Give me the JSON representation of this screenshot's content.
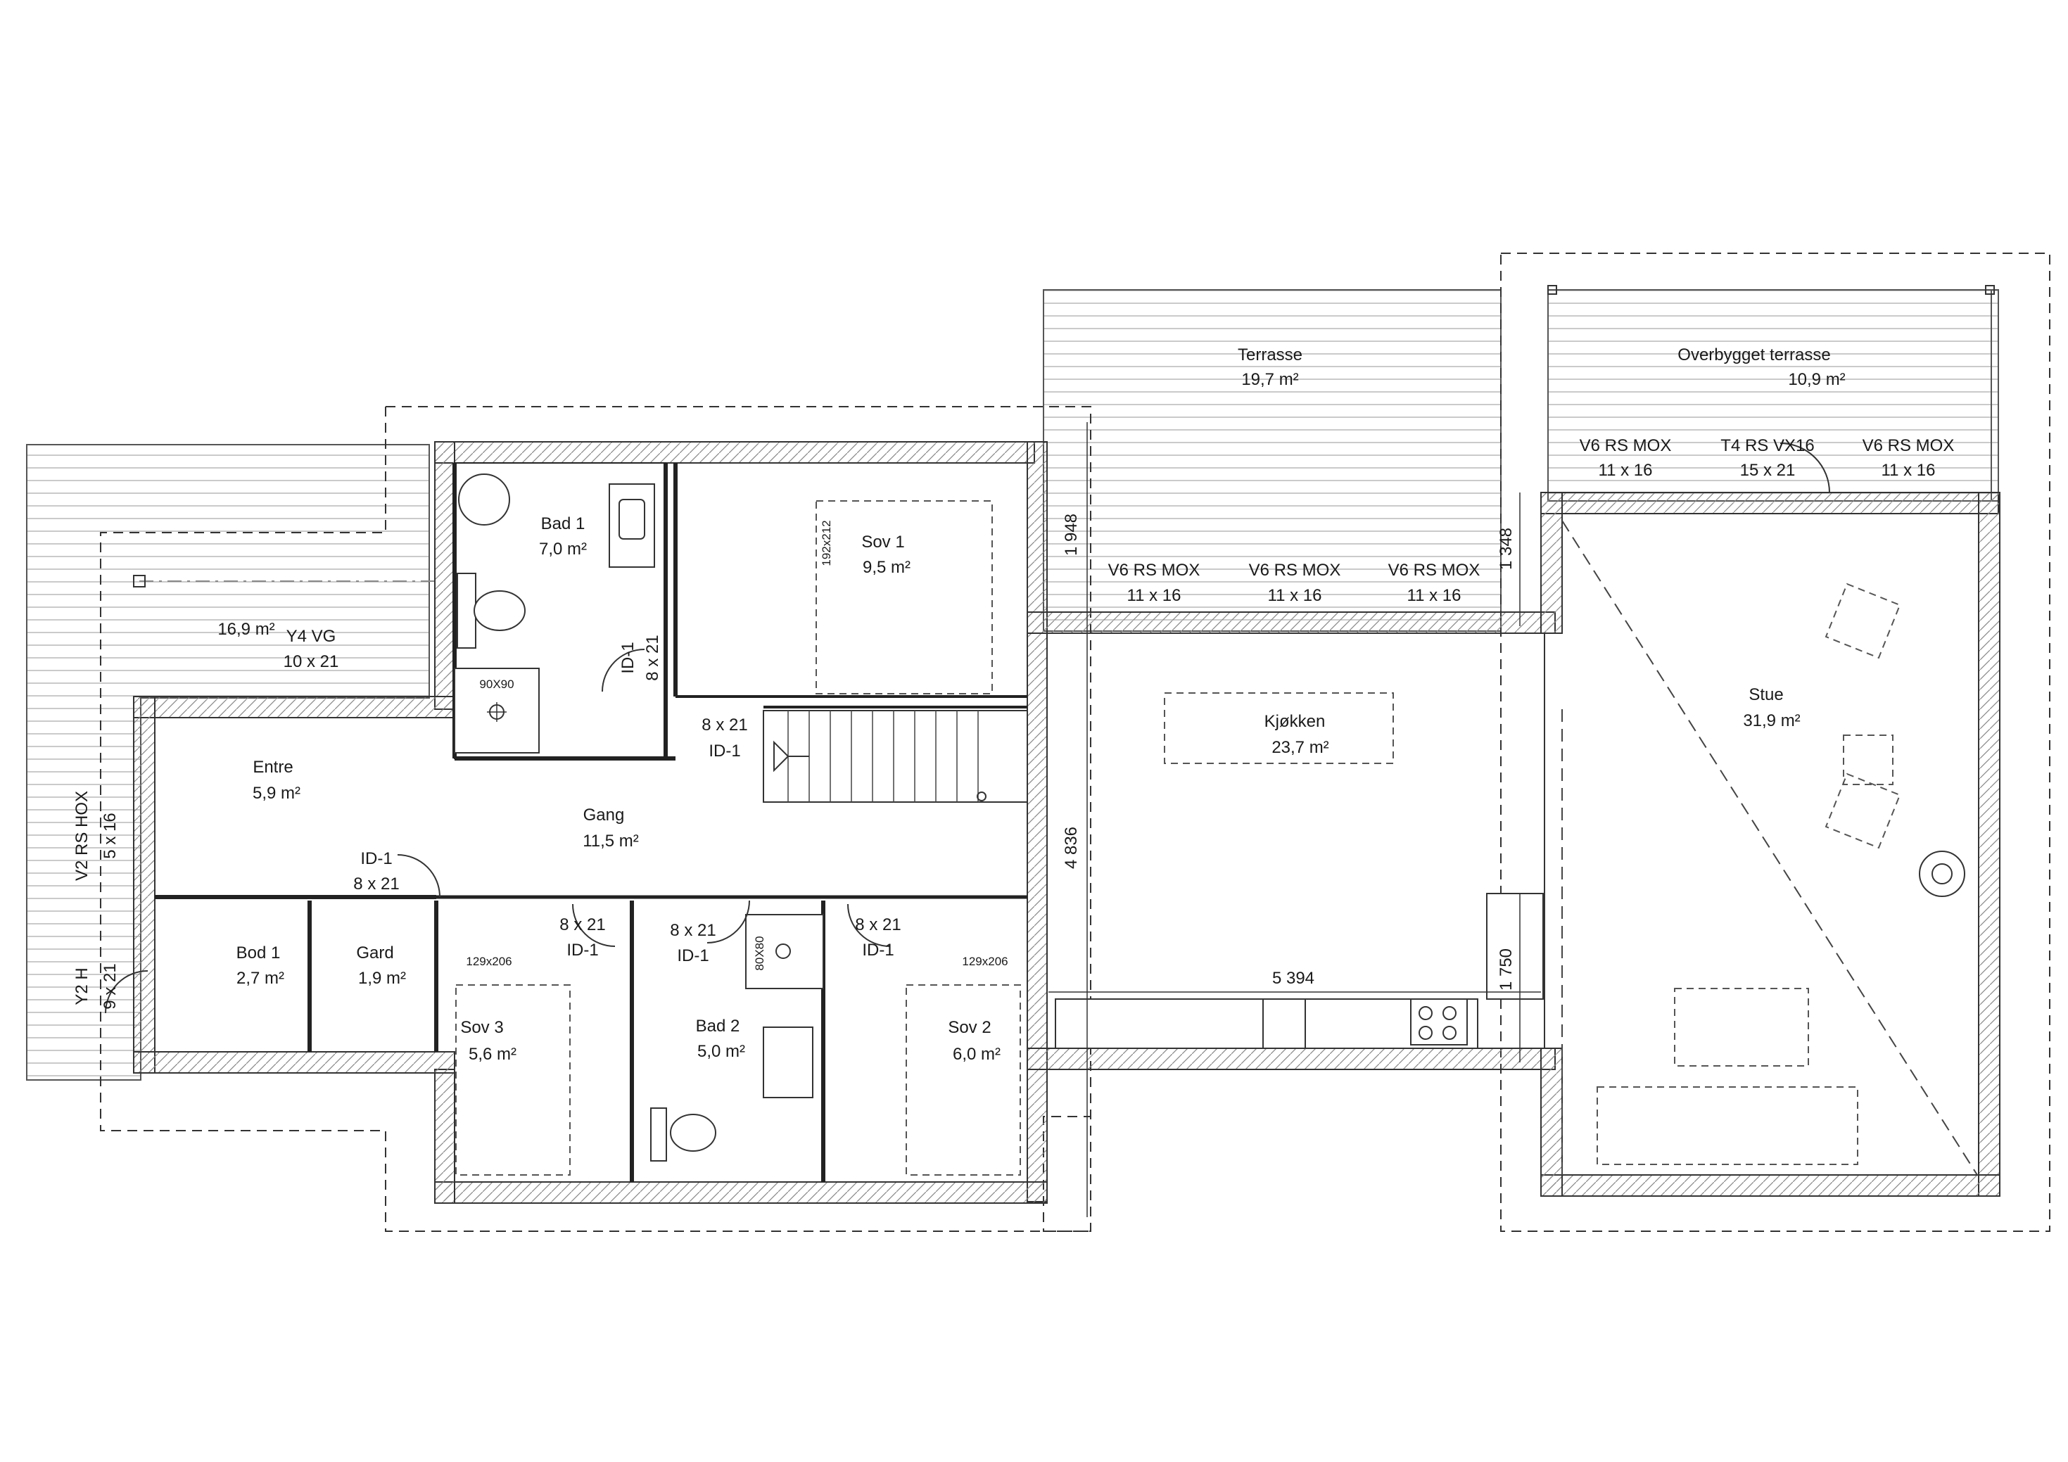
{
  "rooms": {
    "terrasse": {
      "name": "Terrasse",
      "area": "19,7 m²"
    },
    "overbygget": {
      "name": "Overbygget terrasse",
      "area": "10,9 m²"
    },
    "bad1": {
      "name": "Bad 1",
      "area": "7,0 m²"
    },
    "sov1": {
      "name": "Sov 1",
      "area": "9,5 m²"
    },
    "entre": {
      "name": "Entre",
      "area": "5,9 m²"
    },
    "gang": {
      "name": "Gang",
      "area": "11,5 m²"
    },
    "kjokken": {
      "name": "Kjøkken",
      "area": "23,7 m²"
    },
    "stue": {
      "name": "Stue",
      "area": "31,9 m²"
    },
    "bod1": {
      "name": "Bod 1",
      "area": "2,7 m²"
    },
    "gard": {
      "name": "Gard",
      "area": "1,9 m²"
    },
    "sov3": {
      "name": "Sov 3",
      "area": "5,6 m²"
    },
    "bad2": {
      "name": "Bad 2",
      "area": "5,0 m²"
    },
    "sov2": {
      "name": "Sov 2",
      "area": "6,0 m²"
    },
    "deck": {
      "area": "16,9 m²"
    }
  },
  "windows": {
    "w1": {
      "code": "V6 RS MOX",
      "size": "11 x 16"
    },
    "w2": {
      "code": "V6 RS MOX",
      "size": "11 x 16"
    },
    "w3": {
      "code": "V6 RS MOX",
      "size": "11 x 16"
    },
    "w4": {
      "code": "V6 RS MOX",
      "size": "11 x 16"
    },
    "w5": {
      "code": "V6 RS MOX",
      "size": "11 x 16"
    },
    "terrace_door": {
      "code": "T4 RS VX16",
      "size": "15 x 21"
    },
    "entry_door": {
      "code": "Y4 VG",
      "size": "10 x 21"
    },
    "west_window": {
      "code": "V2 RS HOX",
      "size": "5 x 16"
    },
    "west_door": {
      "code": "Y2 H",
      "size": "9 x 21"
    }
  },
  "doors": {
    "d_bad1": {
      "id": "ID-1",
      "size": "8 x 21"
    },
    "d_stair": {
      "size": "8 x 21",
      "id": "ID-1"
    },
    "d_entre": {
      "id": "ID-1",
      "size": "8 x 21"
    },
    "d_sov3": {
      "size": "8 x 21",
      "id": "ID-1"
    },
    "d_bad2": {
      "size": "8 x 21",
      "id": "ID-1"
    },
    "d_sov2": {
      "size": "8 x 21",
      "id": "ID-1"
    }
  },
  "dimensions": {
    "d1948": "1 948",
    "d1348": "1 348",
    "d4836": "4 836",
    "d1750": "1 750",
    "d5394": "5 394"
  },
  "fixtures": {
    "shower1": "90X90",
    "shower2": "80X80",
    "bed1": "192x212",
    "bed3": "129x206",
    "bed2": "129x206"
  }
}
